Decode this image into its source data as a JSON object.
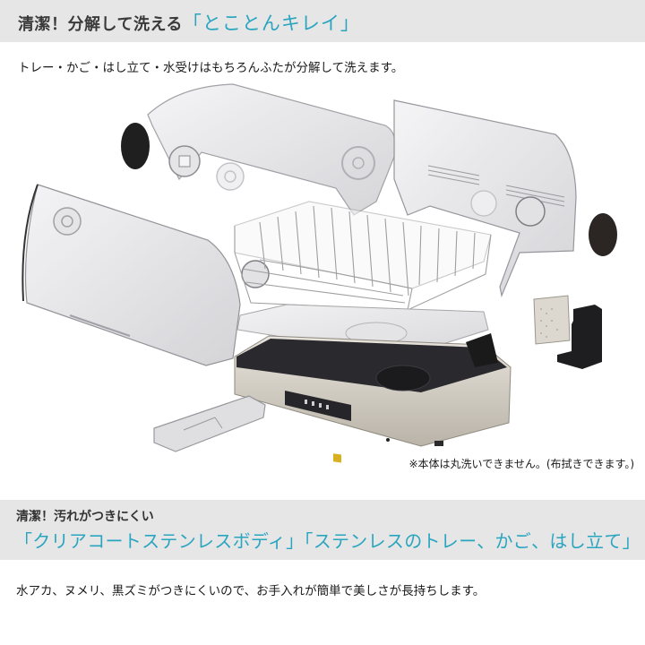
{
  "section1": {
    "title_prefix": "清潔！分解して洗える",
    "title_accent": "「とことんキレイ」",
    "lead": "トレー・かご・はし立て・水受けはもちろんふたが分解して洗えます。",
    "note": "※本体は丸洗いできません。(布拭きできます。)",
    "illustration": {
      "alt": "dish-dryer-exploded-view",
      "parts": [
        "left-cover",
        "upper-cover",
        "right-cover",
        "hinge-caps",
        "wire-basket",
        "tray",
        "base-unit",
        "control-panel",
        "water-receiver",
        "utensil-holder",
        "utensil-holder-stand"
      ]
    }
  },
  "section2": {
    "subtitle": "清潔！汚れがつきにくい",
    "headline": "「クリアコートステンレスボディ」「ステンレスのトレー、かご、はし立て」",
    "body": "水アカ、ヌメリ、黒ズミがつきにくいので、お手入れが簡単で美しさが長持ちします。"
  },
  "colors": {
    "band_bg": "#e6e6e6",
    "accent_teal": "#2aa5c0",
    "heading_text": "#3a3a3a",
    "body_text": "#1a1a1a"
  }
}
